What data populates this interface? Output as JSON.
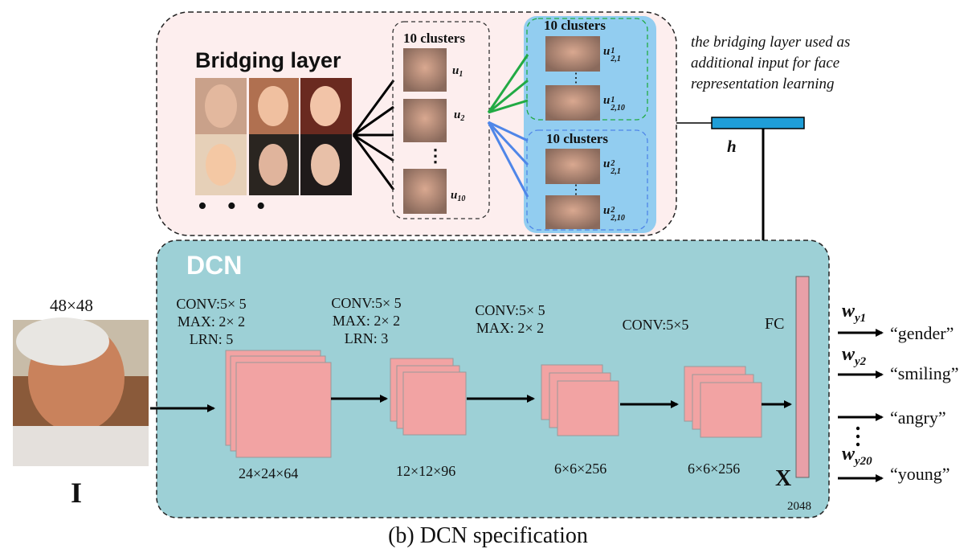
{
  "bridging": {
    "title": "Bridging layer",
    "ellipsis": "• • •",
    "clusters_header": "10 clusters",
    "cluster_labels": [
      "u",
      "u",
      "u"
    ],
    "cluster_subs": [
      "1",
      "2",
      "10"
    ],
    "vdots": "⋮",
    "sub1": {
      "header": "10 clusters",
      "labels": [
        "u",
        "u"
      ],
      "sups": [
        "1",
        "1"
      ],
      "subs": [
        "2,1",
        "2,10"
      ]
    },
    "sub2": {
      "header": "10 clusters",
      "labels": [
        "u",
        "u"
      ],
      "sups": [
        "2",
        "2"
      ],
      "subs": [
        "2,1",
        "2,10"
      ]
    },
    "note": "the bridging layer used as additional input for face representation learning",
    "h_label": "h"
  },
  "dcn": {
    "title": "DCN",
    "input_size": "48×48",
    "input_var": "I",
    "stages": [
      {
        "spec": "CONV:5× 5\nMAX: 2× 2\nLRN: 5",
        "dims": "24×24×64"
      },
      {
        "spec": "CONV:5× 5\nMAX: 2× 2\nLRN: 3",
        "dims": "12×12×96"
      },
      {
        "spec": "CONV:5× 5\nMAX: 2× 2",
        "dims": "6×6×256"
      },
      {
        "spec": "CONV:5×5",
        "dims": "6×6×256"
      }
    ],
    "fc_label": "FC",
    "x_label": "X",
    "fc_size": "2048",
    "outputs": [
      {
        "w": "w",
        "sub": "y1",
        "attr": "“gender”"
      },
      {
        "w": "w",
        "sub": "y2",
        "attr": "“smiling”"
      },
      {
        "w": "",
        "sub": "",
        "attr": "“angry”"
      },
      {
        "w": "w",
        "sub": "y20",
        "attr": "“young”"
      }
    ]
  },
  "caption": "(b) DCN specification",
  "colors": {
    "bridge_bg": "#fdeeee",
    "dcn_bg": "#9dd0d6",
    "sub_cluster_bg": "#92cdf0",
    "feature_map": "#f2a3a3",
    "fc_bar": "#e8a0a8",
    "h_bar": "#1f9ed8",
    "green_lines": "#22aa44",
    "blue_lines": "#4f86e8"
  }
}
